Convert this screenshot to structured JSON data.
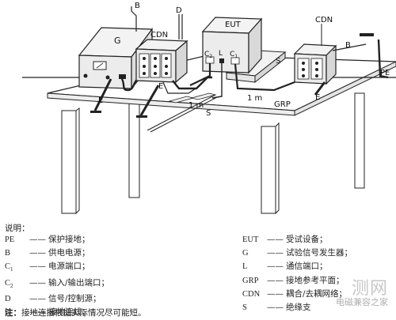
{
  "diagram": {
    "labels": {
      "b_top": "B",
      "d_top": "D",
      "g": "G",
      "cdn_left": "CDN",
      "eut": "EUT",
      "cdn_right": "CDN",
      "b_right": "B",
      "pe": "PE",
      "c2": "C",
      "c2_sub": "2",
      "l": "L",
      "c1": "C",
      "c1_sub": "1",
      "s_eut": "S",
      "e1": "E",
      "e2": "E",
      "e3": "E",
      "one_m_left": "1 m",
      "one_m_right": "1 m",
      "s_bottom": "S",
      "grp": "GRP"
    }
  },
  "legend": {
    "title": "说明：",
    "dash": "——",
    "left": [
      {
        "key": "PE",
        "sub": "",
        "text": "保护接地；"
      },
      {
        "key": "B",
        "sub": "",
        "text": "供电电源；"
      },
      {
        "key": "C",
        "sub": "1",
        "text": "电源端口；"
      },
      {
        "key": "C",
        "sub": "2",
        "text": "输入/输出端口；"
      },
      {
        "key": "D",
        "sub": "",
        "text": "信号/控制源；"
      },
      {
        "key": "E",
        "sub": "",
        "text": "接地连线；"
      }
    ],
    "right": [
      {
        "key": "EUT",
        "sub": "",
        "text": "受试设备；"
      },
      {
        "key": "G",
        "sub": "",
        "text": "试验信号发生器；"
      },
      {
        "key": "L",
        "sub": "",
        "text": "通信端口；"
      },
      {
        "key": "GRP",
        "sub": "",
        "text": "接地参考平面；"
      },
      {
        "key": "CDN",
        "sub": "",
        "text": "耦合/去耦网络；"
      },
      {
        "key": "S",
        "sub": "",
        "text": "绝缘支"
      }
    ],
    "note_label": "注：",
    "note_text": "接地连接根据实际情况尽可能短。"
  },
  "watermark": {
    "big": "测网",
    "small": "电磁兼容之家"
  }
}
